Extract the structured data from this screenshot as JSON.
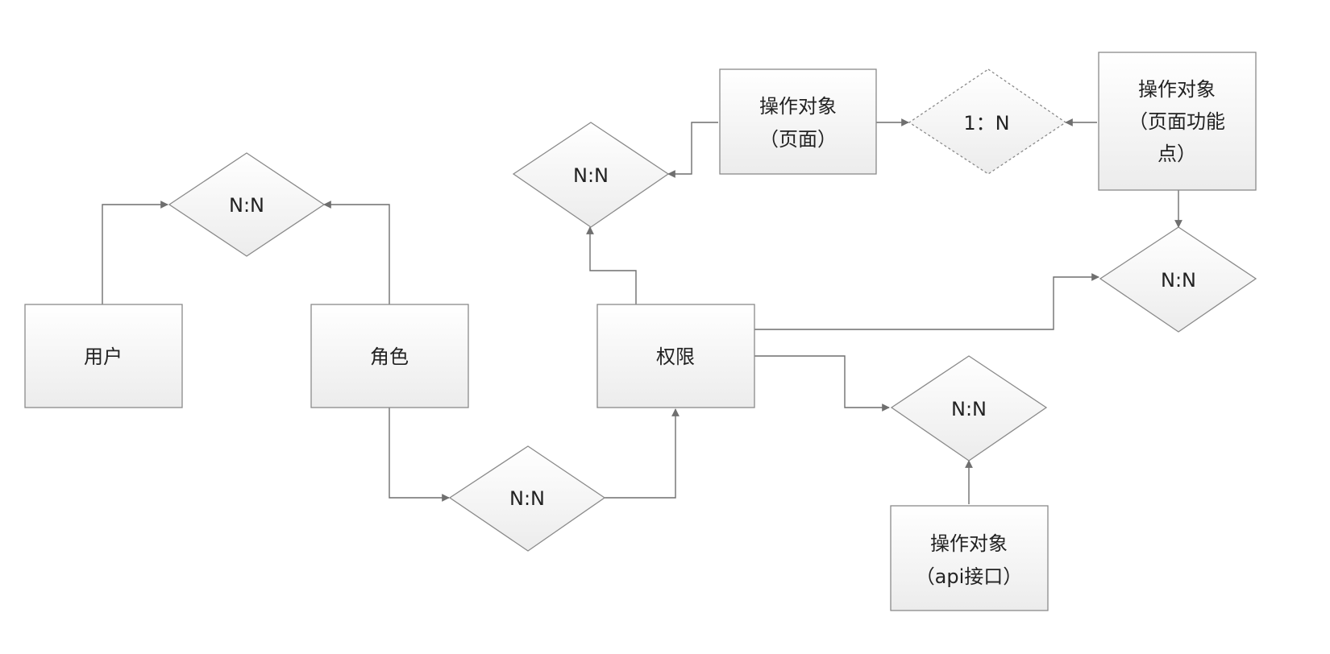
{
  "colors": {
    "box_fill_top": "#ffffff",
    "box_fill_bottom": "#ececec",
    "stroke": "#8a8a8a",
    "edge": "#6f6f6f",
    "text": "#222222",
    "background": "#ffffff"
  },
  "entities": {
    "user": [
      "用户"
    ],
    "role": [
      "角色"
    ],
    "permission": [
      "权限"
    ],
    "page_object": [
      "操作对象",
      "（页面）"
    ],
    "page_function_object": [
      "操作对象",
      "（页面功能",
      "点）"
    ],
    "api_object": [
      "操作对象",
      "（api接口）"
    ]
  },
  "relationships": {
    "user_role": "N:N",
    "role_permission": "N:N",
    "permission_page": "N:N",
    "page_function": "1：N",
    "permission_function": "N:N",
    "permission_api": "N:N"
  }
}
